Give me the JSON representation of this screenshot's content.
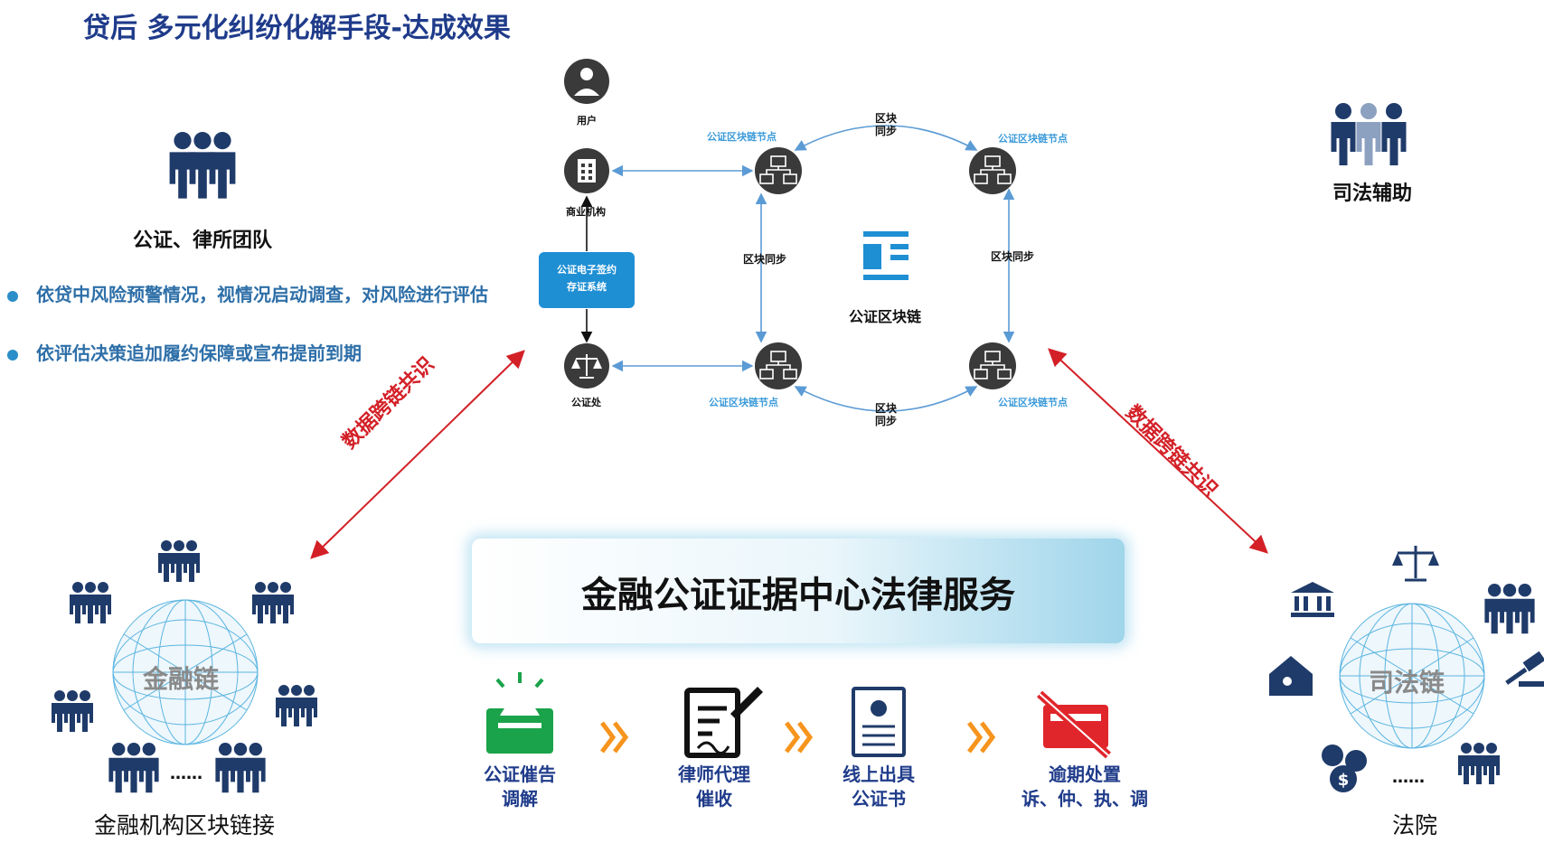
{
  "title": "贷后 多元化纠纷化解手段-达成效果",
  "left_team": {
    "label": "公证、律所团队",
    "bullets": [
      "依贷中风险预警情况，视情况启动调查，对风险进行评估",
      "依评估决策追加履约保障或宣布提前到期"
    ]
  },
  "right_team": {
    "label": "司法辅助"
  },
  "chain": {
    "user_label": "用户",
    "business_label": "商业机构",
    "system_label_1": "公证电子签约",
    "system_label_2": "存证系统",
    "notary_label": "公证处",
    "node_label": "公证区块链节点",
    "sync_label": "区块同步",
    "sync_top_1": "区块",
    "sync_top_2": "同步",
    "center_label": "公证区块链"
  },
  "cross_chain_label": "数据跨链共识",
  "banner": "金融公证证据中心法律服务",
  "finance_chain": {
    "sphere_label": "金融链",
    "ellipsis": "……",
    "caption": "金融机构区块链接"
  },
  "judicial_chain": {
    "sphere_label": "司法链",
    "ellipsis": "……",
    "caption": "法院"
  },
  "steps": [
    {
      "line1": "公证催告",
      "line2": "调解"
    },
    {
      "line1": "律师代理",
      "line2": "催收"
    },
    {
      "line1": "线上出具",
      "line2": "公证书"
    },
    {
      "line1": "逾期处置",
      "line2": "诉、仲、执、调"
    }
  ],
  "colors": {
    "title": "#1f3b8a",
    "icon_navy": "#1f3b6a",
    "accent_blue": "#1f8fd4",
    "cross_chain_red": "#d32027",
    "arrow_orange": "#f7941d",
    "green": "#1aa34a",
    "red": "#e0262b"
  }
}
